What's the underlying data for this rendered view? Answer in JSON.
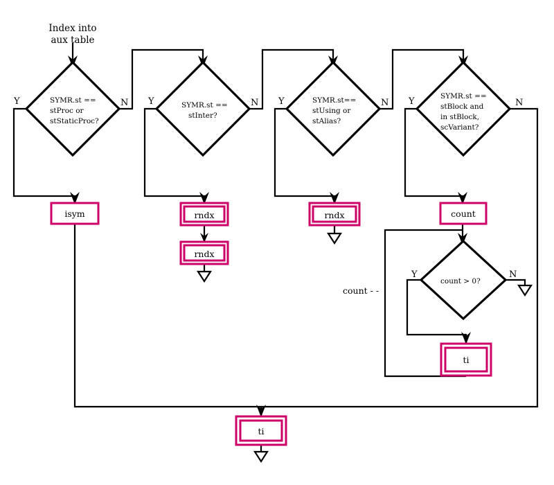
{
  "diagram": {
    "title": "Index into aux table",
    "caption": "Index into aux table",
    "caption_line1": "Index into",
    "caption_line2": "aux table",
    "accent_color": "#cc0066",
    "line_color": "#000000",
    "background": "#ffffff"
  },
  "labels": {
    "yes": "Y",
    "no": "N"
  },
  "decisions": [
    {
      "id": "d1",
      "lines": [
        "SYMR.st ==",
        "stProc or",
        "stStaticProc?"
      ],
      "yes": "Y",
      "no": "N"
    },
    {
      "id": "d2",
      "lines": [
        "SYMR.st ==",
        "stInter?"
      ],
      "yes": "Y",
      "no": "N"
    },
    {
      "id": "d3",
      "lines": [
        "SYMR.st==",
        "stUsing or",
        "stAlias?"
      ],
      "yes": "Y",
      "no": "N"
    },
    {
      "id": "d4",
      "lines": [
        "SYMR.st ==",
        "stBlock and",
        "in stBlock,",
        "scVariant?"
      ],
      "yes": "Y",
      "no": "N"
    },
    {
      "id": "d5",
      "lines": [
        "count > 0?"
      ],
      "yes": "Y",
      "no": "N"
    }
  ],
  "boxes": [
    {
      "id": "b-isym",
      "label": "isym",
      "double": false
    },
    {
      "id": "b-rndx1",
      "label": "rndx",
      "double": true
    },
    {
      "id": "b-rndx2",
      "label": "rndx",
      "double": true
    },
    {
      "id": "b-rndx3",
      "label": "rndx",
      "double": true
    },
    {
      "id": "b-count",
      "label": "count",
      "double": false
    },
    {
      "id": "b-ti-loop",
      "label": "ti",
      "double": true
    },
    {
      "id": "b-ti-final",
      "label": "ti",
      "double": true
    }
  ],
  "notes": [
    {
      "id": "n-count-dec",
      "text": "count - -"
    }
  ]
}
